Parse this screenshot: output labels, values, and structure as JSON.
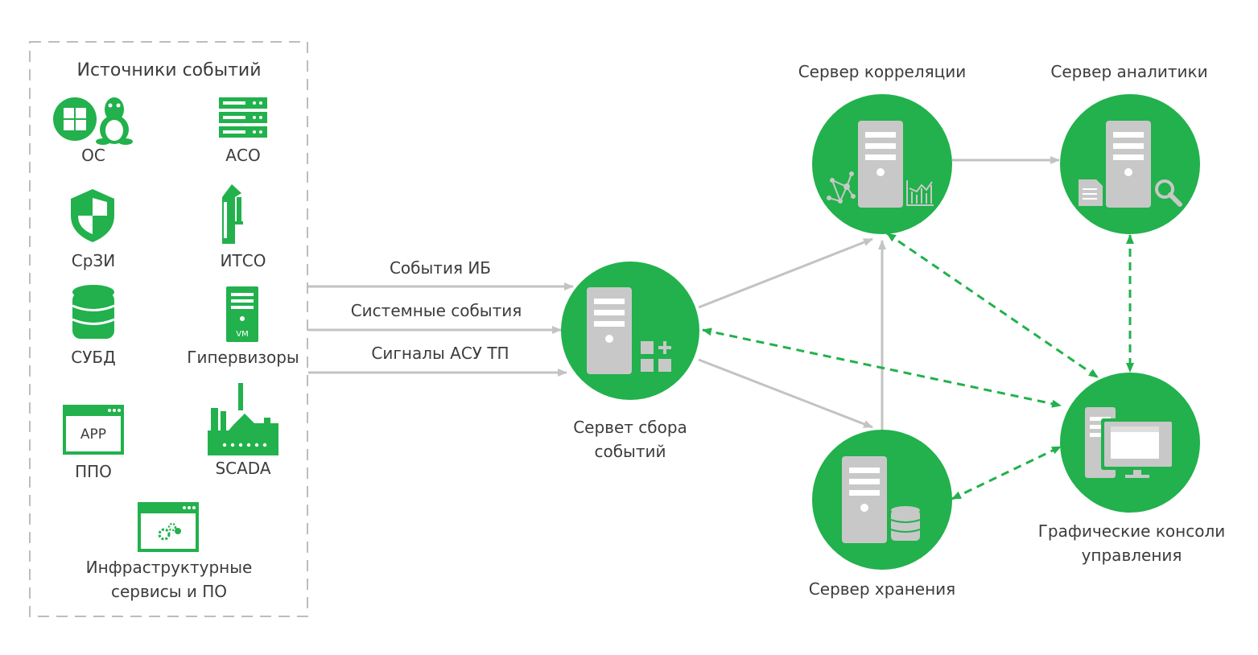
{
  "sources": {
    "title": "Источники событий",
    "items": [
      {
        "id": "os",
        "label": "ОС",
        "icon": "windows-linux-icon"
      },
      {
        "id": "aso",
        "label": "АСО",
        "icon": "network-equipment-icon"
      },
      {
        "id": "srzi",
        "label": "СрЗИ",
        "icon": "shield-icon"
      },
      {
        "id": "itso",
        "label": "ИТСО",
        "icon": "turnstile-icon"
      },
      {
        "id": "subd",
        "label": "СУБД",
        "icon": "database-icon"
      },
      {
        "id": "hypervisors",
        "label": "Гипервизоры",
        "icon": "vm-server-icon"
      },
      {
        "id": "ppo",
        "label": "ППО",
        "icon": "app-window-icon"
      },
      {
        "id": "scada",
        "label": "SCADA",
        "icon": "factory-icon"
      },
      {
        "id": "infra",
        "label": "Инфраструктурные сервисы и ПО",
        "icon": "gears-window-icon"
      }
    ],
    "app_icon_text": "APP",
    "vm_icon_text": "VM"
  },
  "flows": {
    "security_events": "События ИБ",
    "system_events": "Системные события",
    "ics_signals": "Сигналы АСУ ТП"
  },
  "nodes": {
    "collector": "Сервет сбора событий",
    "correlation": "Сервер корреляции",
    "analytics": "Сервер аналитики",
    "storage": "Сервер хранения",
    "consoles": "Графические консоли управления"
  },
  "colors": {
    "green": "#22b14c",
    "server_gray": "#c8c8c8",
    "arrow_gray": "#c3c3c3",
    "border_gray": "#bdbdbd"
  }
}
